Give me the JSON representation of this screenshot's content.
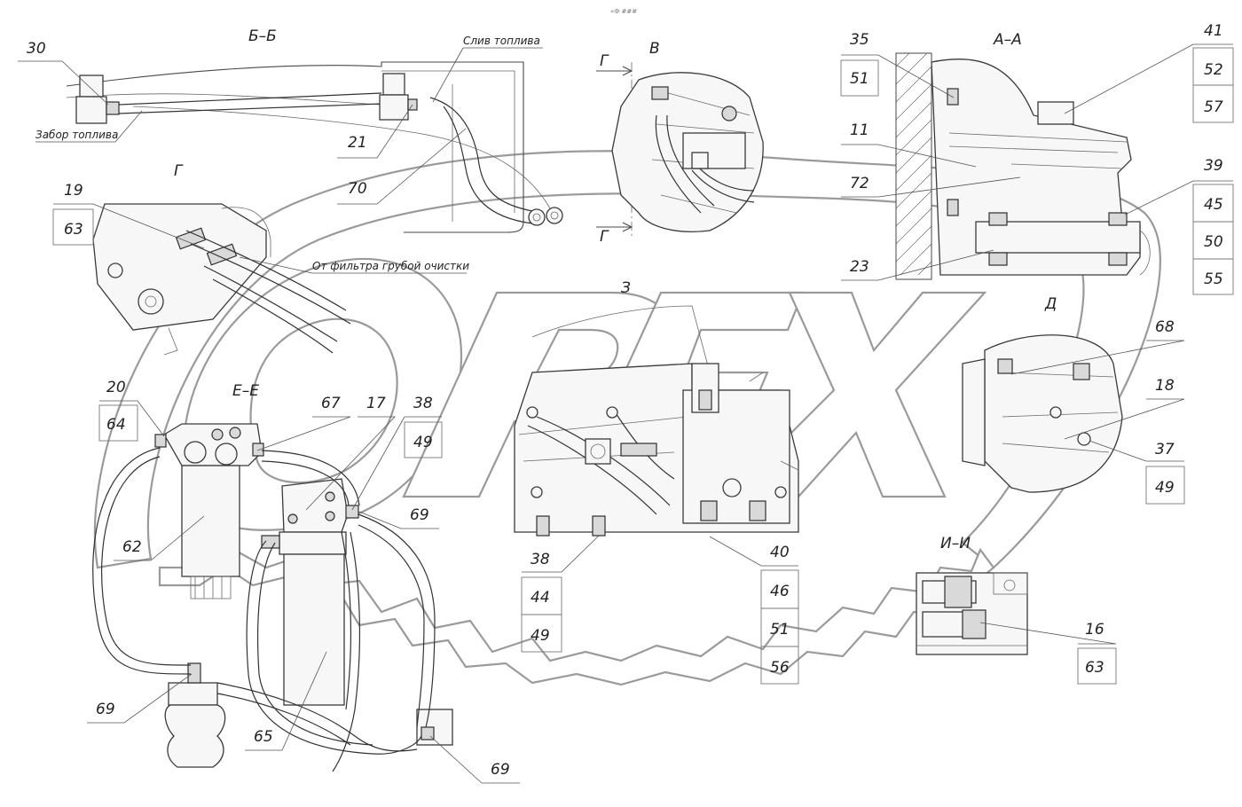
{
  "header_mark": "«Ф ###",
  "sections": {
    "bb": "Б–Б",
    "v": "В",
    "aa": "А–А",
    "g": "Г",
    "g_arrow_top": "Г",
    "g_arrow_bottom": "Г",
    "z": "З",
    "d": "Д",
    "ee": "Е–Е",
    "ii": "И–И"
  },
  "notes": {
    "fuel_drain": "Слив топлива",
    "fuel_intake": "Забор топлива",
    "from_coarse_filter": "От фильтра грубой очистки"
  },
  "labels": {
    "n30": "30",
    "n21": "21",
    "n70": "70",
    "n19": "19",
    "n63a": "63",
    "n35": "35",
    "n51a": "51",
    "n11": "11",
    "n72": "72",
    "n23": "23",
    "n41": "41",
    "n52": "52",
    "n57": "57",
    "n39": "39",
    "n45": "45",
    "n50": "50",
    "n55": "55",
    "n20": "20",
    "n64": "64",
    "n67": "67",
    "n17": "17",
    "n38a": "38",
    "n49a": "49",
    "n62": "62",
    "n69a": "69",
    "n38b": "38",
    "n44": "44",
    "n49b": "49",
    "n40": "40",
    "n46": "46",
    "n51b": "51",
    "n56": "56",
    "n68": "68",
    "n18": "18",
    "n37": "37",
    "n49c": "49",
    "n16": "16",
    "n63b": "63",
    "n69b": "69",
    "n65": "65",
    "n69c": "69"
  },
  "watermark_text": "ОРЕХ"
}
